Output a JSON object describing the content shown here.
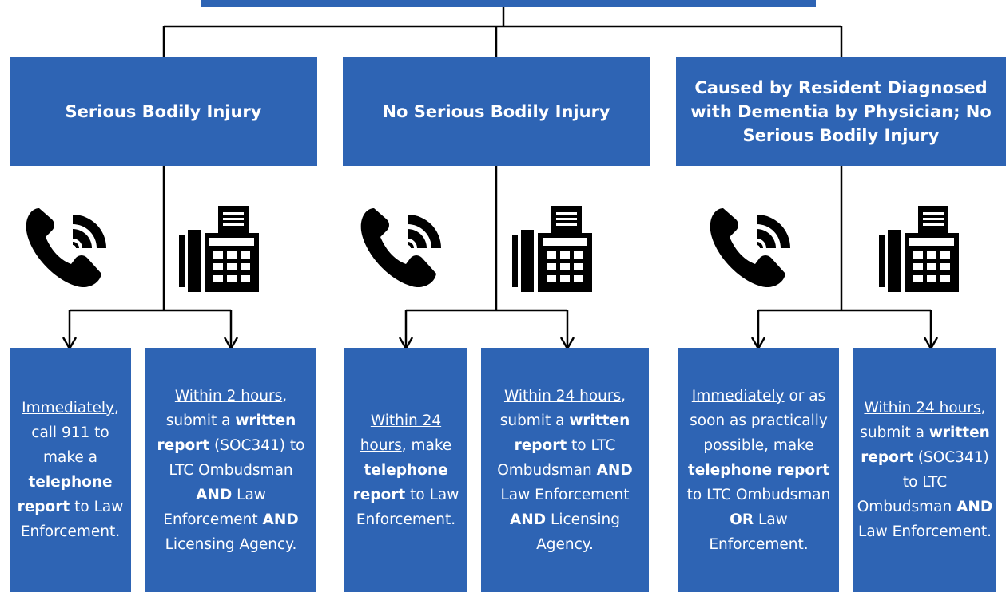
{
  "colors": {
    "box": "#2E64B4",
    "text": "#ffffff",
    "line": "#000000",
    "icon": "#000000"
  },
  "categories": [
    {
      "title": "Serious Bodily Injury",
      "icons": [
        "telephone-icon",
        "fax-machine-icon"
      ],
      "actions": [
        [
          {
            "t": "Immediately",
            "u": true
          },
          {
            "t": ", call 911 to make a "
          },
          {
            "t": "telephone report",
            "b": true
          },
          {
            "t": " to Law Enforcement."
          }
        ],
        [
          {
            "t": "Within 2 hours",
            "u": true
          },
          {
            "t": ", submit a "
          },
          {
            "t": "written report",
            "b": true
          },
          {
            "t": " (SOC341) to LTC Ombudsman "
          },
          {
            "t": "AND",
            "b": true
          },
          {
            "t": " Law Enforcement "
          },
          {
            "t": "AND",
            "b": true
          },
          {
            "t": " Licensing Agency."
          }
        ]
      ]
    },
    {
      "title": "No Serious Bodily Injury",
      "icons": [
        "telephone-icon",
        "fax-machine-icon"
      ],
      "actions": [
        [
          {
            "t": "Within 24 hours",
            "u": true
          },
          {
            "t": ", make "
          },
          {
            "t": "telephone report",
            "b": true
          },
          {
            "t": " to Law Enforcement."
          }
        ],
        [
          {
            "t": "Within 24 hours",
            "u": true
          },
          {
            "t": ", submit a "
          },
          {
            "t": "written report",
            "b": true
          },
          {
            "t": " to LTC Ombudsman "
          },
          {
            "t": "AND",
            "b": true
          },
          {
            "t": " Law Enforcement "
          },
          {
            "t": "AND",
            "b": true
          },
          {
            "t": " Licensing Agency."
          }
        ]
      ]
    },
    {
      "title": "Caused by Resident Diagnosed with Dementia by Physician; No Serious Bodily Injury",
      "icons": [
        "telephone-icon",
        "fax-machine-icon"
      ],
      "actions": [
        [
          {
            "t": "Immediately",
            "u": true
          },
          {
            "t": " or as soon as practically possible, make "
          },
          {
            "t": "telephone report",
            "b": true
          },
          {
            "t": " to LTC Ombudsman "
          },
          {
            "t": "OR",
            "b": true
          },
          {
            "t": " Law Enforcement."
          }
        ],
        [
          {
            "t": "Within 24 hours",
            "u": true
          },
          {
            "t": ", submit a "
          },
          {
            "t": "written report",
            "b": true
          },
          {
            "t": " (SOC341) to LTC Ombudsman "
          },
          {
            "t": "AND",
            "b": true
          },
          {
            "t": " Law Enforcement."
          }
        ]
      ]
    }
  ]
}
